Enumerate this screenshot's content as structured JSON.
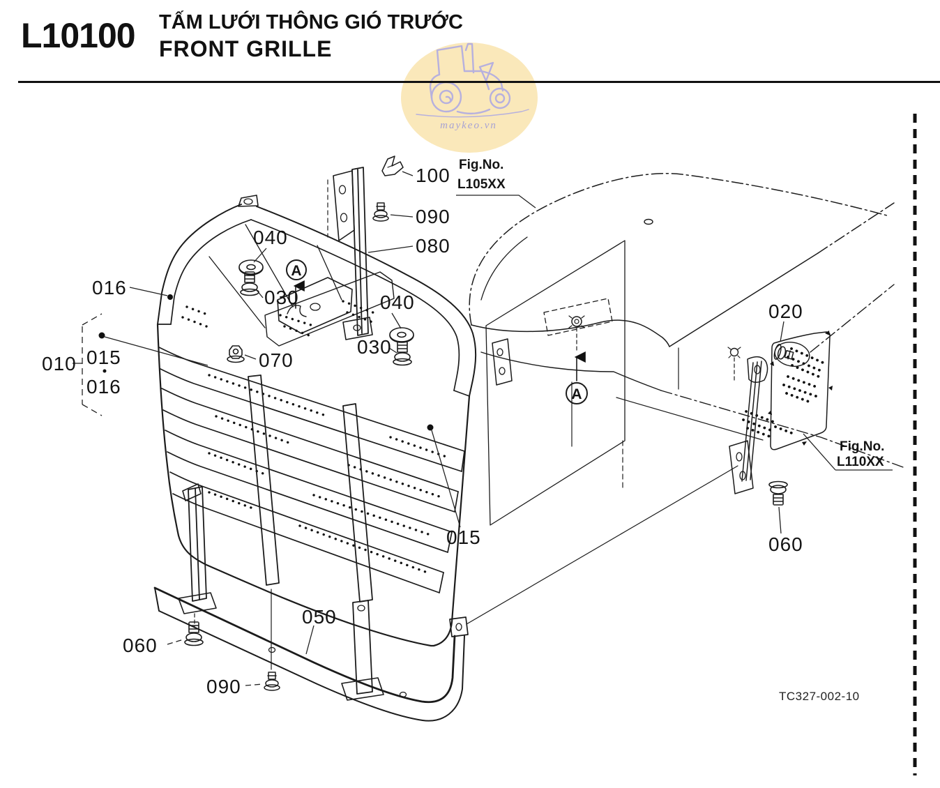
{
  "header": {
    "code": "L10100",
    "title_vi": "TẤM LƯỚI THÔNG GIÓ TRƯỚC",
    "title_en": "FRONT GRILLE"
  },
  "watermark": {
    "site": "maykeo.vn"
  },
  "figure": {
    "detail_marker": "A",
    "drawing_number": "TC327-002-10",
    "fig_refs": {
      "hood_label": "Fig.No.",
      "hood_code": "L105XX",
      "panel_label": "Fig.No.",
      "panel_code": "L110XX"
    },
    "callouts": {
      "c100": "100",
      "c090_top": "090",
      "c080": "080",
      "c040_left": "040",
      "c030_left": "030",
      "c016_frame": "016",
      "c010": "010",
      "c015_group": "015",
      "c016_group": "016",
      "c070": "070",
      "c040_mid": "040",
      "c030_mid": "030",
      "c020": "020",
      "c015_grille": "015",
      "c060_right": "060",
      "c060_bottom": "060",
      "c090_bottom": "090",
      "c050": "050"
    }
  }
}
